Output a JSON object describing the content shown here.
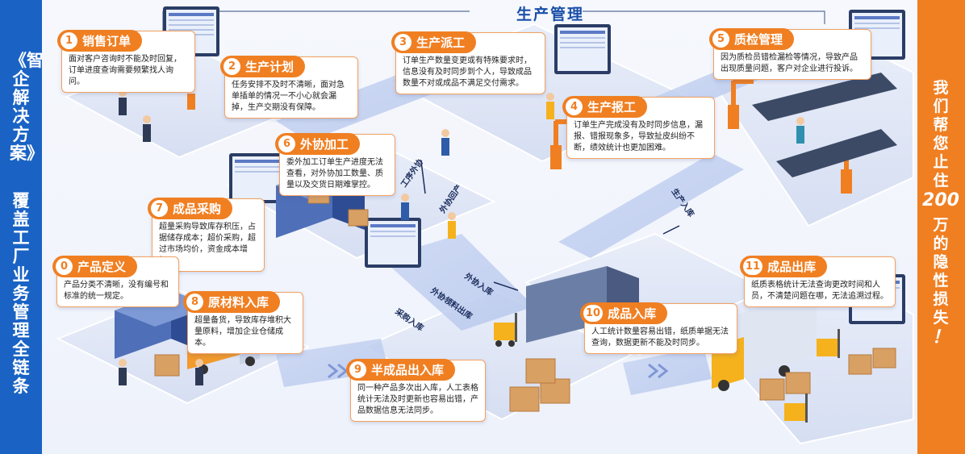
{
  "left_banner": {
    "title_line1": "《智企解决方案》",
    "title_line2": "覆盖工厂业务管理全链条"
  },
  "right_banner": {
    "text_part1": "我们帮您止住",
    "number": "200",
    "text_part2": "万的隐性损失",
    "text_part3": "！"
  },
  "header": {
    "title": "生产管理"
  },
  "colors": {
    "accent_orange": "#f07f22",
    "brand_blue": "#1a63c4",
    "title_blue": "#1a4fa8"
  },
  "steps": [
    {
      "num": "0",
      "title": "产品定义",
      "desc": "产品分类不清晰，没有编号和标准的统一规定。"
    },
    {
      "num": "1",
      "title": "销售订单",
      "desc": "面对客户咨询时不能及时回复，订单进度查询需要频繁找人询问。"
    },
    {
      "num": "2",
      "title": "生产计划",
      "desc": "任务安排不及时不清晰，面对急单插单的情况一不小心就会漏掉，生产交期没有保障。"
    },
    {
      "num": "3",
      "title": "生产派工",
      "desc": "订单生产数量变更或有特殊要求时，信息没有及时同步到个人，导致成品数量不对或成品不满足交付需求。"
    },
    {
      "num": "4",
      "title": "生产报工",
      "desc": "订单生产完成没有及时同步信息，漏报、错报现象多，导致扯皮纠纷不断，绩效统计也更加困难。"
    },
    {
      "num": "5",
      "title": "质检管理",
      "desc": "因为质检员错检漏检等情况，导致产品出现质量问题，客户对企业进行投诉。"
    },
    {
      "num": "6",
      "title": "外协加工",
      "desc": "委外加工订单生产进度无法查看，对外协加工数量、质量以及交货日期难掌控。"
    },
    {
      "num": "7",
      "title": "成品采购",
      "desc": "超量采购导致库存积压，占据储存成本；超价采购，超过市场均价，资金成本增加。"
    },
    {
      "num": "8",
      "title": "原材料入库",
      "desc": "超量备货，导致库存堆积大量原料，增加企业仓储成本。"
    },
    {
      "num": "9",
      "title": "半成品出入库",
      "desc": "同一种产品多次出入库，人工表格统计无法及时更新也容易出错，产品数据信息无法同步。"
    },
    {
      "num": "10",
      "title": "成品入库",
      "desc": "人工统计数量容易出错，纸质单据无法查询，数据更新不能及时同步。"
    },
    {
      "num": "11",
      "title": "成品出库",
      "desc": "纸质表格统计无法查询更改时间和人员，不清楚问题在哪，无法追溯过程。"
    }
  ],
  "flow_labels": {
    "work_outsource": "工序外协",
    "outsource_return": "外协回产",
    "production_in": "生产入库",
    "outsource_in": "外协入库",
    "outsource_material_out": "外协领料出库",
    "purchase_in": "采购入库"
  }
}
